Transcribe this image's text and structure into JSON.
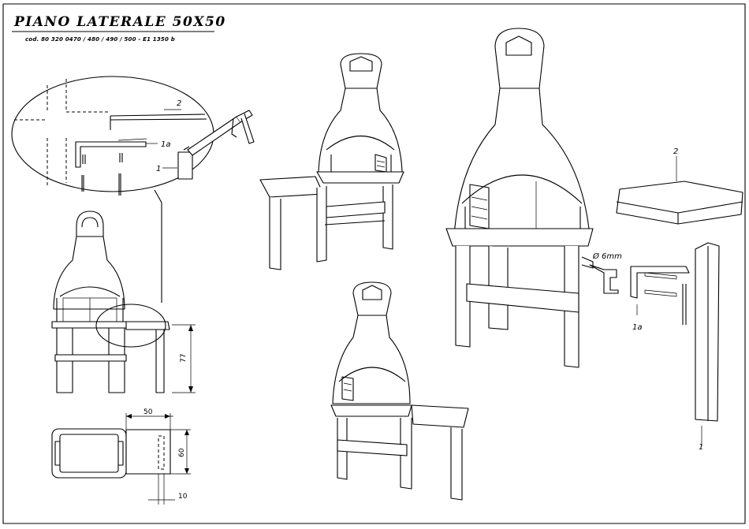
{
  "header": {
    "title": "PIANO LATERALE 50X50",
    "code": "cod. 80 320 0470 / 480 / 490 / 500 - E1 1350 b"
  },
  "callouts": {
    "top_panel": "2",
    "bracket": "1a",
    "leg": "1",
    "drill": "Ø 6mm"
  },
  "dimensions": {
    "height": "77",
    "width": "50",
    "depth": "60",
    "offset": "10"
  }
}
